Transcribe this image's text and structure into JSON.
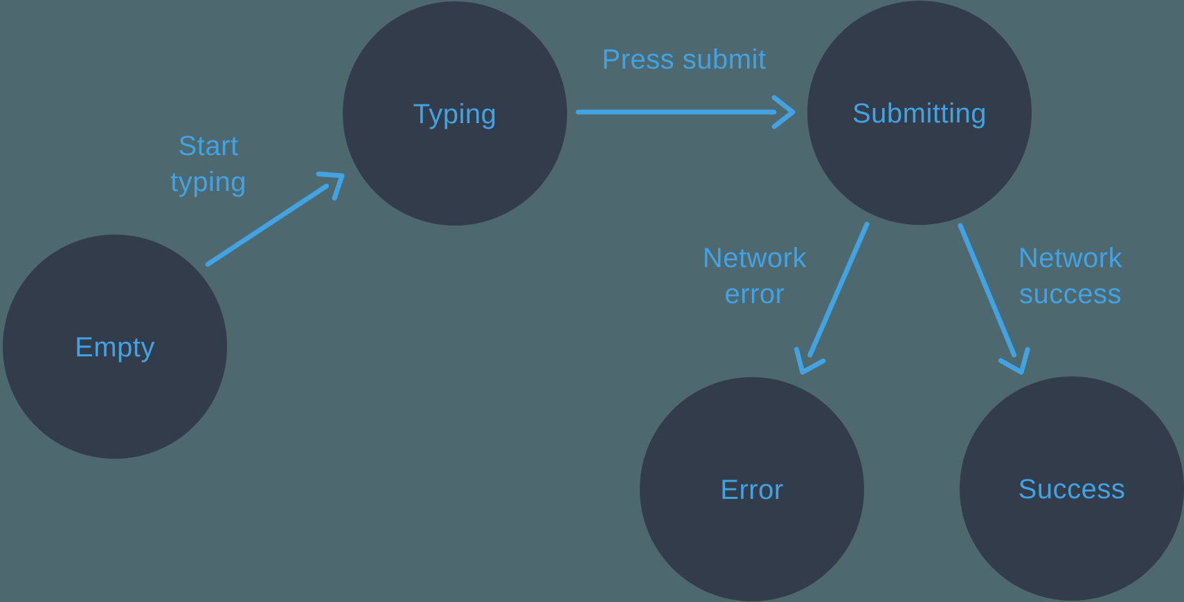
{
  "diagram": {
    "type": "state-machine",
    "colors": {
      "background": "#4e686f",
      "node_fill": "#333c4a",
      "accent_blue": "#42a2e2"
    },
    "nodes": [
      {
        "id": "empty",
        "label": "Empty"
      },
      {
        "id": "typing",
        "label": "Typing"
      },
      {
        "id": "submitting",
        "label": "Submitting"
      },
      {
        "id": "error",
        "label": "Error"
      },
      {
        "id": "success",
        "label": "Success"
      }
    ],
    "edges": [
      {
        "from": "empty",
        "to": "typing",
        "label": "Start typing",
        "label_lines": [
          "Start",
          "typing"
        ]
      },
      {
        "from": "typing",
        "to": "submitting",
        "label": "Press submit",
        "label_lines": [
          "Press submit"
        ]
      },
      {
        "from": "submitting",
        "to": "error",
        "label": "Network error",
        "label_lines": [
          "Network",
          "error"
        ]
      },
      {
        "from": "submitting",
        "to": "success",
        "label": "Network success",
        "label_lines": [
          "Network",
          "success"
        ]
      }
    ]
  }
}
